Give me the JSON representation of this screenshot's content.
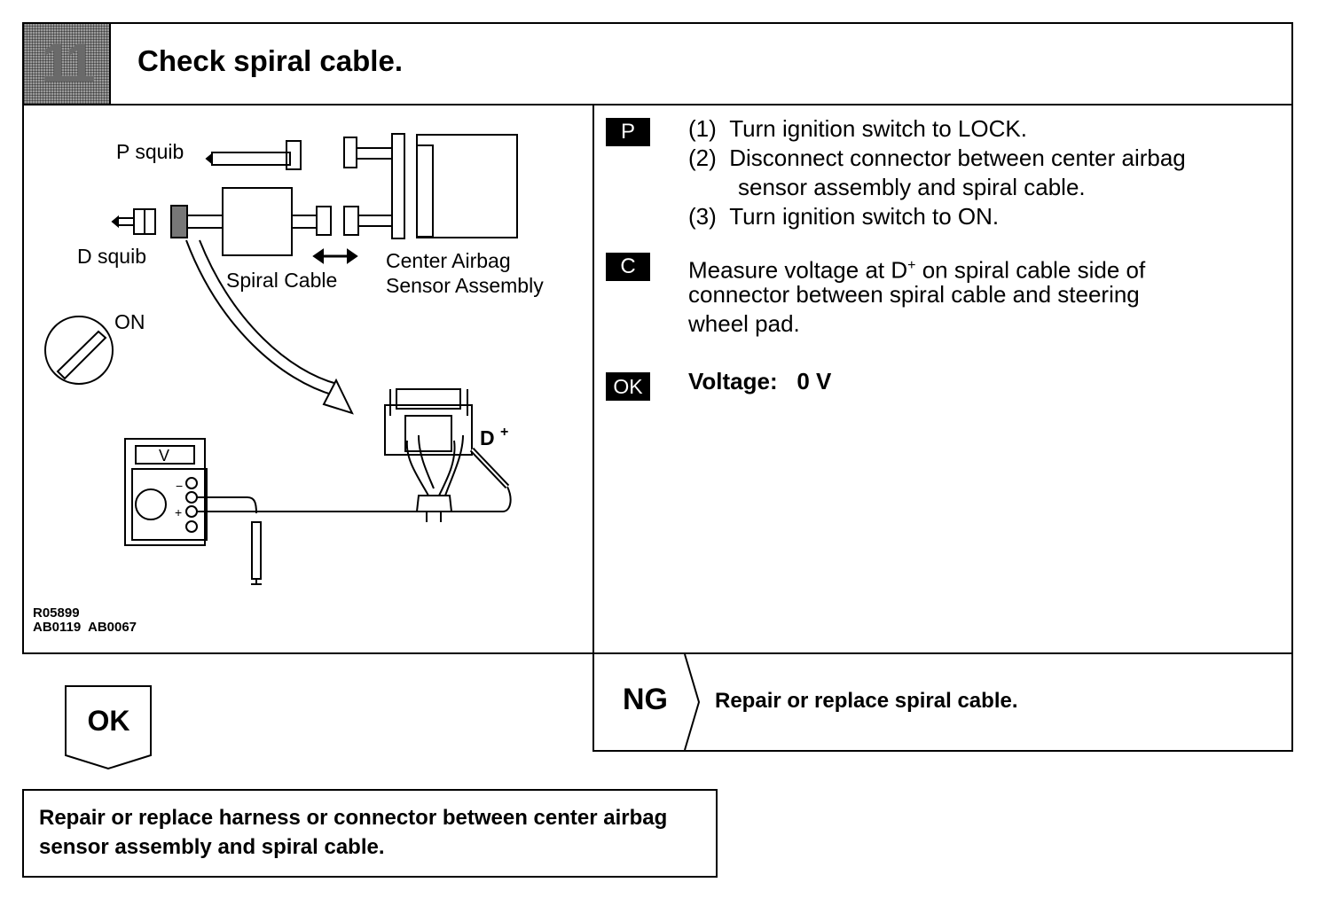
{
  "header": {
    "step_number": "11",
    "title": "Check spiral cable."
  },
  "diagram": {
    "labels": {
      "p_squib": "P squib",
      "d_squib": "D squib",
      "spiral_cable": "Spiral Cable",
      "center_airbag_line1": "Center Airbag",
      "center_airbag_line2": "Sensor Assembly",
      "on": "ON",
      "meter_mode": "V",
      "d_plus": "D",
      "plus_sign": "+",
      "meter_minus": "−",
      "meter_plus": "+"
    },
    "figure_code": "R05899\nAB0119  AB0067"
  },
  "steps": {
    "prep_tag": "P",
    "prep_items": [
      {
        "num": "(1)",
        "text": "Turn ignition switch to LOCK."
      },
      {
        "num": "(2)",
        "text": "Disconnect connector between center airbag",
        "cont": "sensor assembly and spiral cable."
      },
      {
        "num": "(3)",
        "text": "Turn ignition switch to ON."
      }
    ],
    "check_tag": "C",
    "check_line1": "Measure voltage at D",
    "check_sup": "+",
    "check_line1_tail": " on spiral cable side of",
    "check_line2": "connector between spiral cable and steering",
    "check_line3": "wheel pad.",
    "ok_tag": "OK",
    "ok_spec_label": "Voltage:",
    "ok_spec_value": "0 V"
  },
  "results": {
    "ng_label": "NG",
    "ng_text": "Repair or replace spiral cable.",
    "ok_label": "OK",
    "final_text": "Repair or replace harness or connector between center airbag sensor assembly and spiral cable."
  }
}
